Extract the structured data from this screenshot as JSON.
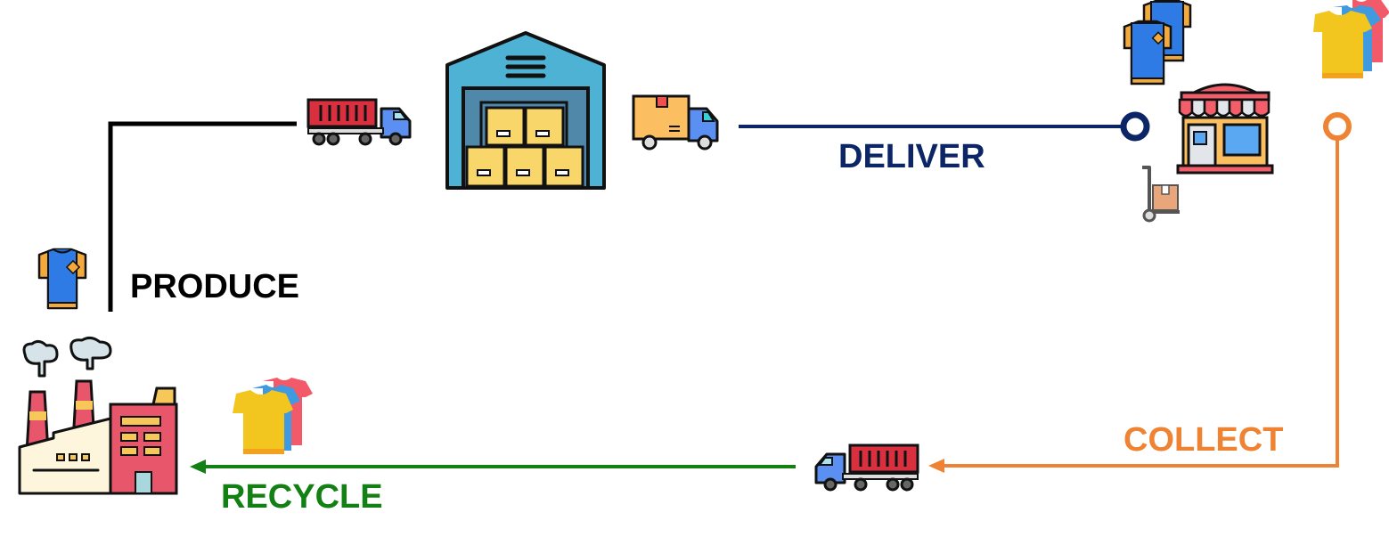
{
  "diagram": {
    "title": "Circular textile supply chain",
    "stages": [
      {
        "id": "produce",
        "label": "PRODUCE",
        "color": "#000000"
      },
      {
        "id": "deliver",
        "label": "DELIVER",
        "color": "#0b2566"
      },
      {
        "id": "collect",
        "label": "COLLECT",
        "color": "#ee8433"
      },
      {
        "id": "recycle",
        "label": "RECYCLE",
        "color": "#138013"
      }
    ],
    "nodes": [
      {
        "id": "factory",
        "icon": "factory-icon"
      },
      {
        "id": "warehouse",
        "icon": "warehouse-icon"
      },
      {
        "id": "store",
        "icon": "store-icon"
      },
      {
        "id": "container-truck-top",
        "icon": "container-truck-icon"
      },
      {
        "id": "delivery-truck",
        "icon": "delivery-truck-icon"
      },
      {
        "id": "container-truck-bottom",
        "icon": "container-truck-icon"
      },
      {
        "id": "hand-truck",
        "icon": "hand-truck-icon"
      },
      {
        "id": "new-shirt",
        "icon": "polo-shirt-icon"
      },
      {
        "id": "new-shirts-pair",
        "icon": "polo-shirts-icon"
      },
      {
        "id": "used-shirts-top",
        "icon": "tshirts-stack-icon"
      },
      {
        "id": "used-shirts-bottom",
        "icon": "tshirts-stack-icon"
      }
    ],
    "edges": [
      {
        "from": "factory",
        "to": "warehouse",
        "stage": "produce"
      },
      {
        "from": "warehouse",
        "to": "store",
        "stage": "deliver"
      },
      {
        "from": "store",
        "to": "container-truck-bottom",
        "stage": "collect"
      },
      {
        "from": "container-truck-bottom",
        "to": "factory",
        "stage": "recycle"
      }
    ]
  }
}
